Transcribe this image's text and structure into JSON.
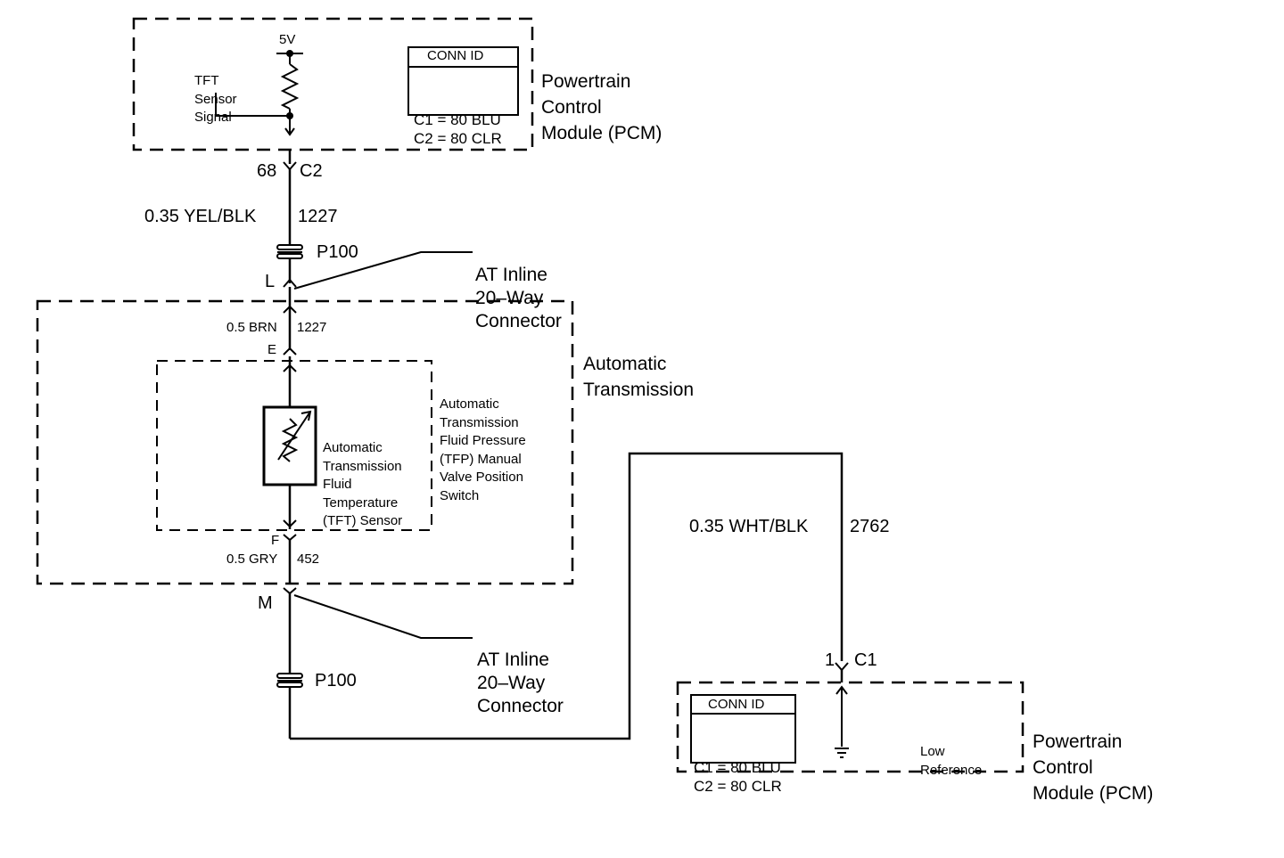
{
  "pcm_top": {
    "title": [
      "Powertrain",
      "Control",
      "Module (PCM)"
    ],
    "signal_label": [
      "TFT",
      "Sensor",
      "Signal"
    ],
    "voltage": "5V",
    "conn_id_title": "CONN ID",
    "conn_ids": [
      "C1 = 80 BLU",
      "C2 = 80 CLR"
    ]
  },
  "pcm_pin_top": {
    "pin": "68",
    "connector": "C2"
  },
  "wire_top": {
    "gauge_color": "0.35 YEL/BLK",
    "circuit": "1227"
  },
  "splice_top": "P100",
  "inline_conn_top": {
    "pin": "L",
    "label": [
      "AT Inline",
      "20–Way",
      "Connector"
    ]
  },
  "transmission": {
    "title": [
      "Automatic",
      "Transmission"
    ],
    "wire_e": {
      "gauge_color": "0.5 BRN",
      "circuit": "1227",
      "pin": "E"
    },
    "tfp_switch_label": [
      "Automatic",
      "Transmission",
      "Fluid Pressure",
      "(TFP) Manual",
      "Valve Position",
      "Switch"
    ],
    "tft_sensor_label": [
      "Automatic",
      "Transmission",
      "Fluid",
      "Temperature",
      "(TFT) Sensor"
    ],
    "wire_f": {
      "pin": "F",
      "gauge_color": "0.5 GRY",
      "circuit": "452"
    }
  },
  "inline_conn_bottom": {
    "pin": "M",
    "label": [
      "AT Inline",
      "20–Way",
      "Connector"
    ]
  },
  "splice_bottom": "P100",
  "wire_right": {
    "gauge_color": "0.35 WHT/BLK",
    "circuit": "2762"
  },
  "pcm_pin_bottom": {
    "pin": "1",
    "connector": "C1"
  },
  "pcm_bottom": {
    "title": [
      "Powertrain",
      "Control",
      "Module (PCM)"
    ],
    "conn_id_title": "CONN ID",
    "conn_ids": [
      "C1 = 80 BLU",
      "C2 = 80 CLR"
    ],
    "low_reference": [
      "Low",
      "Reference"
    ]
  }
}
